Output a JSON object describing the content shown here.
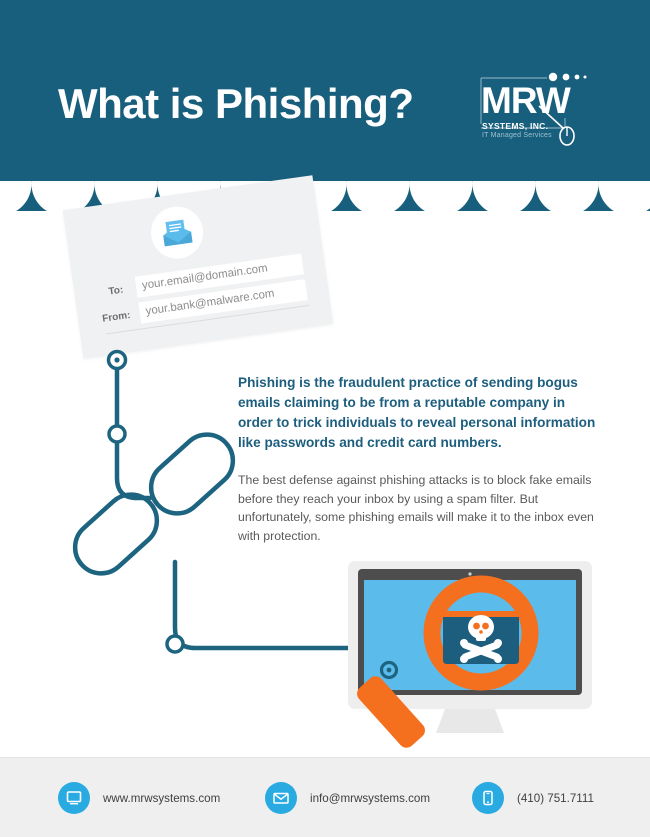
{
  "header": {
    "title": "What is Phishing?",
    "bg_color": "#175F7C"
  },
  "logo": {
    "wordmark": "MRW",
    "company": "SYSTEMS, INC.",
    "tagline": "IT Managed Services"
  },
  "email_card": {
    "icon": "open-envelope-icon",
    "to_label": "To:",
    "to_value": "your.email@domain.com",
    "from_label": "From:",
    "from_value": "your.bank@malware.com"
  },
  "content": {
    "lead": "Phishing is the fraudulent practice of sending bogus emails claiming to be from a reputable company in order to trick individuals to reveal personal information like passwords and credit card numbers.",
    "paragraph": "The best defense against phishing attacks is to block fake emails before they reach your inbox by using a spam filter. But unfortunately, some phishing emails will make it to the inbox even with protection."
  },
  "illustration": {
    "screen_color": "#5BBCEC",
    "bezel_color": "#4D4D4D",
    "magnifier_color": "#F4701F",
    "envelope_color": "#1D5E7E",
    "skull_icon": "skull-and-crossbones-icon",
    "magnifier_icon": "magnifying-glass-icon",
    "chain_icon": "chain-link-icon",
    "chain_color": "#1D6480"
  },
  "footer": {
    "items": [
      {
        "icon": "monitor-icon",
        "text": "www.mrwsystems.com"
      },
      {
        "icon": "envelope-icon",
        "text": "info@mrwsystems.com"
      },
      {
        "icon": "phone-icon",
        "text": "(410) 751.7111"
      }
    ],
    "accent_color": "#29ABE2"
  }
}
